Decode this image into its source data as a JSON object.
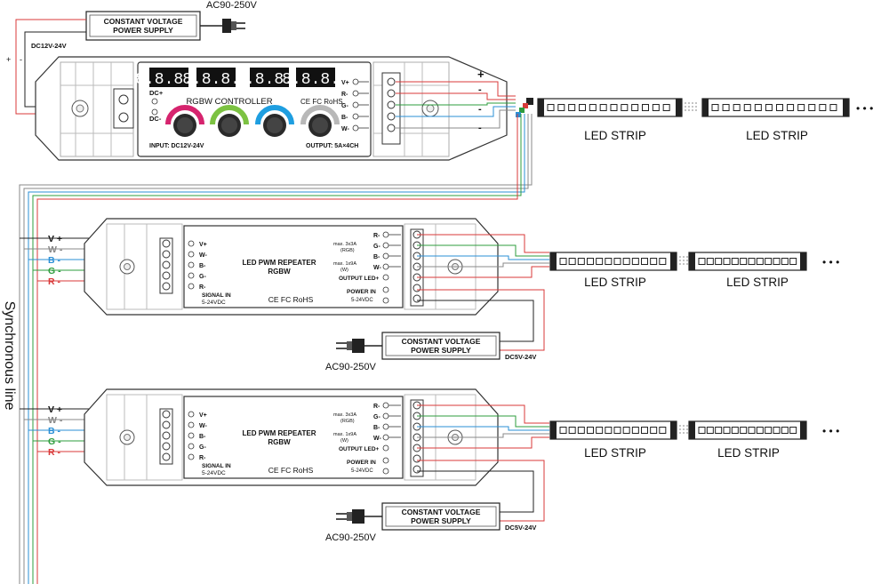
{
  "psu_label_line1": "CONSTANT VOLTAGE",
  "psu_label_line2": "POWER SUPPLY",
  "ac_input": "AC90-250V",
  "controller": {
    "dc_output": "DC12V-24V",
    "title": "RGBW  CONTROLLER",
    "cert": "CE FC RoHS",
    "dc_plus": "DC+",
    "dc_minus": "DC-",
    "input": "INPUT: DC12V-24V",
    "output": "OUTPUT: 5A×4CH",
    "terminals": [
      "V+",
      "R-",
      "G-",
      "B-",
      "W-"
    ],
    "plus": "+",
    "minus": "-",
    "display_digits": "8.8.8.8"
  },
  "synchronous_line": "Synchronous line",
  "led_strip": "LED STRIP",
  "ellipsis": "• • •",
  "repeater": {
    "title_line1": "LED PWM REPEATER",
    "title_line2": "RGBW",
    "cert": "CE FC RoHS",
    "signal_in": "SIGNAL IN",
    "signal_volt": "5-24VDC",
    "in_terminals": [
      "V+",
      "W-",
      "B-",
      "G-",
      "R-"
    ],
    "out_terminals": [
      "R-",
      "G-",
      "B-",
      "W-"
    ],
    "max_rgb": "max. 3x3A",
    "rgb": "(RGB)",
    "max_w": "max. 1x9A",
    "w": "(W)",
    "output_led": "OUTPUT LED+",
    "power_in": "POWER IN",
    "power_volt": "5-24VDC",
    "dc_input": "DC5V-24V"
  },
  "sync_labels": [
    "V +",
    "W -",
    "B -",
    "G -",
    "R -"
  ],
  "colors": {
    "red": "#d93a3a",
    "green": "#2e9c3e",
    "blue": "#2a8fd6",
    "gray": "#888888",
    "black": "#222222",
    "knob_pink": "#d6246e",
    "knob_green": "#7cc242",
    "knob_blue": "#1e9ee0",
    "knob_gray": "#b8b8b8"
  }
}
